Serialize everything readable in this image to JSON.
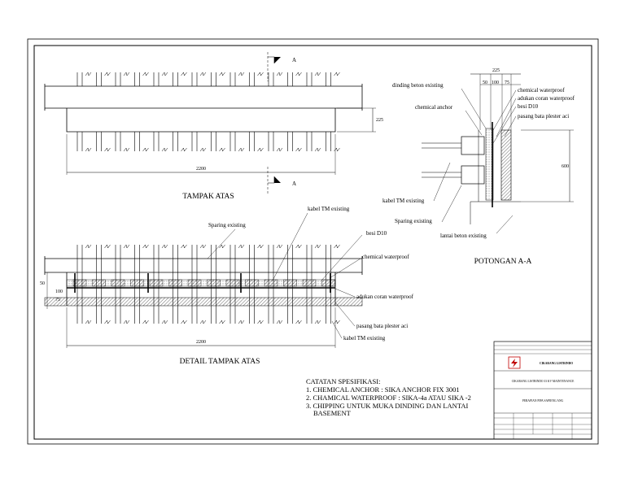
{
  "views": {
    "top_view": {
      "title": "TAMPAK ATAS",
      "dim_width": "2200",
      "dim_height": "225",
      "section_marker": "A"
    },
    "section_view": {
      "title": "POTONGAN A-A",
      "dim_total": "225",
      "dim_50": "50",
      "dim_100": "100",
      "dim_75": "75",
      "dim_height": "600",
      "labels": {
        "dinding": "dinding beton existing",
        "anchor": "chemical anchor",
        "waterproof": "chemical waterproof",
        "adukan": "adukan coran waterproof",
        "besi": "besi D10",
        "bata": "pasang bata plester aci",
        "kabel": "kabel TM existing",
        "sparing": "Sparing existing",
        "lantai": "lantai beton existing"
      }
    },
    "detail_view": {
      "title": "DETAIL TAMPAK ATAS",
      "dim_width": "2200",
      "dim_50": "50",
      "dim_100": "100",
      "dim_75": "75",
      "labels": {
        "sparing": "Sparing existing",
        "kabel_top": "kabel TM existing",
        "besi": "besi D10",
        "waterproof": "chemical waterproof",
        "adukan": "adukan coran waterproof",
        "bata": "pasang bata plester aci",
        "kabel_bottom": "kabel TM existing"
      }
    }
  },
  "notes": {
    "heading": "CATATAN SPESIFIKASI:",
    "items": [
      "1. CHEMICAL ANCHOR : SIKA ANCHOR  FIX 3001",
      "2. CHAMICAL WATERPROOF : SIKA-4a ATAU SIKA -2",
      "3. CHIPPING UNTUK MUKA DINDING DAN LANTAI",
      "BASEMENT"
    ]
  },
  "title_block": {
    "company": "CIKARANG LISTRINDO",
    "project": "CIKARANG LISTRINDO 33 KV MAINTENANCE",
    "drawing": "PERAPIAN PIPA SAPIENG ANG"
  }
}
